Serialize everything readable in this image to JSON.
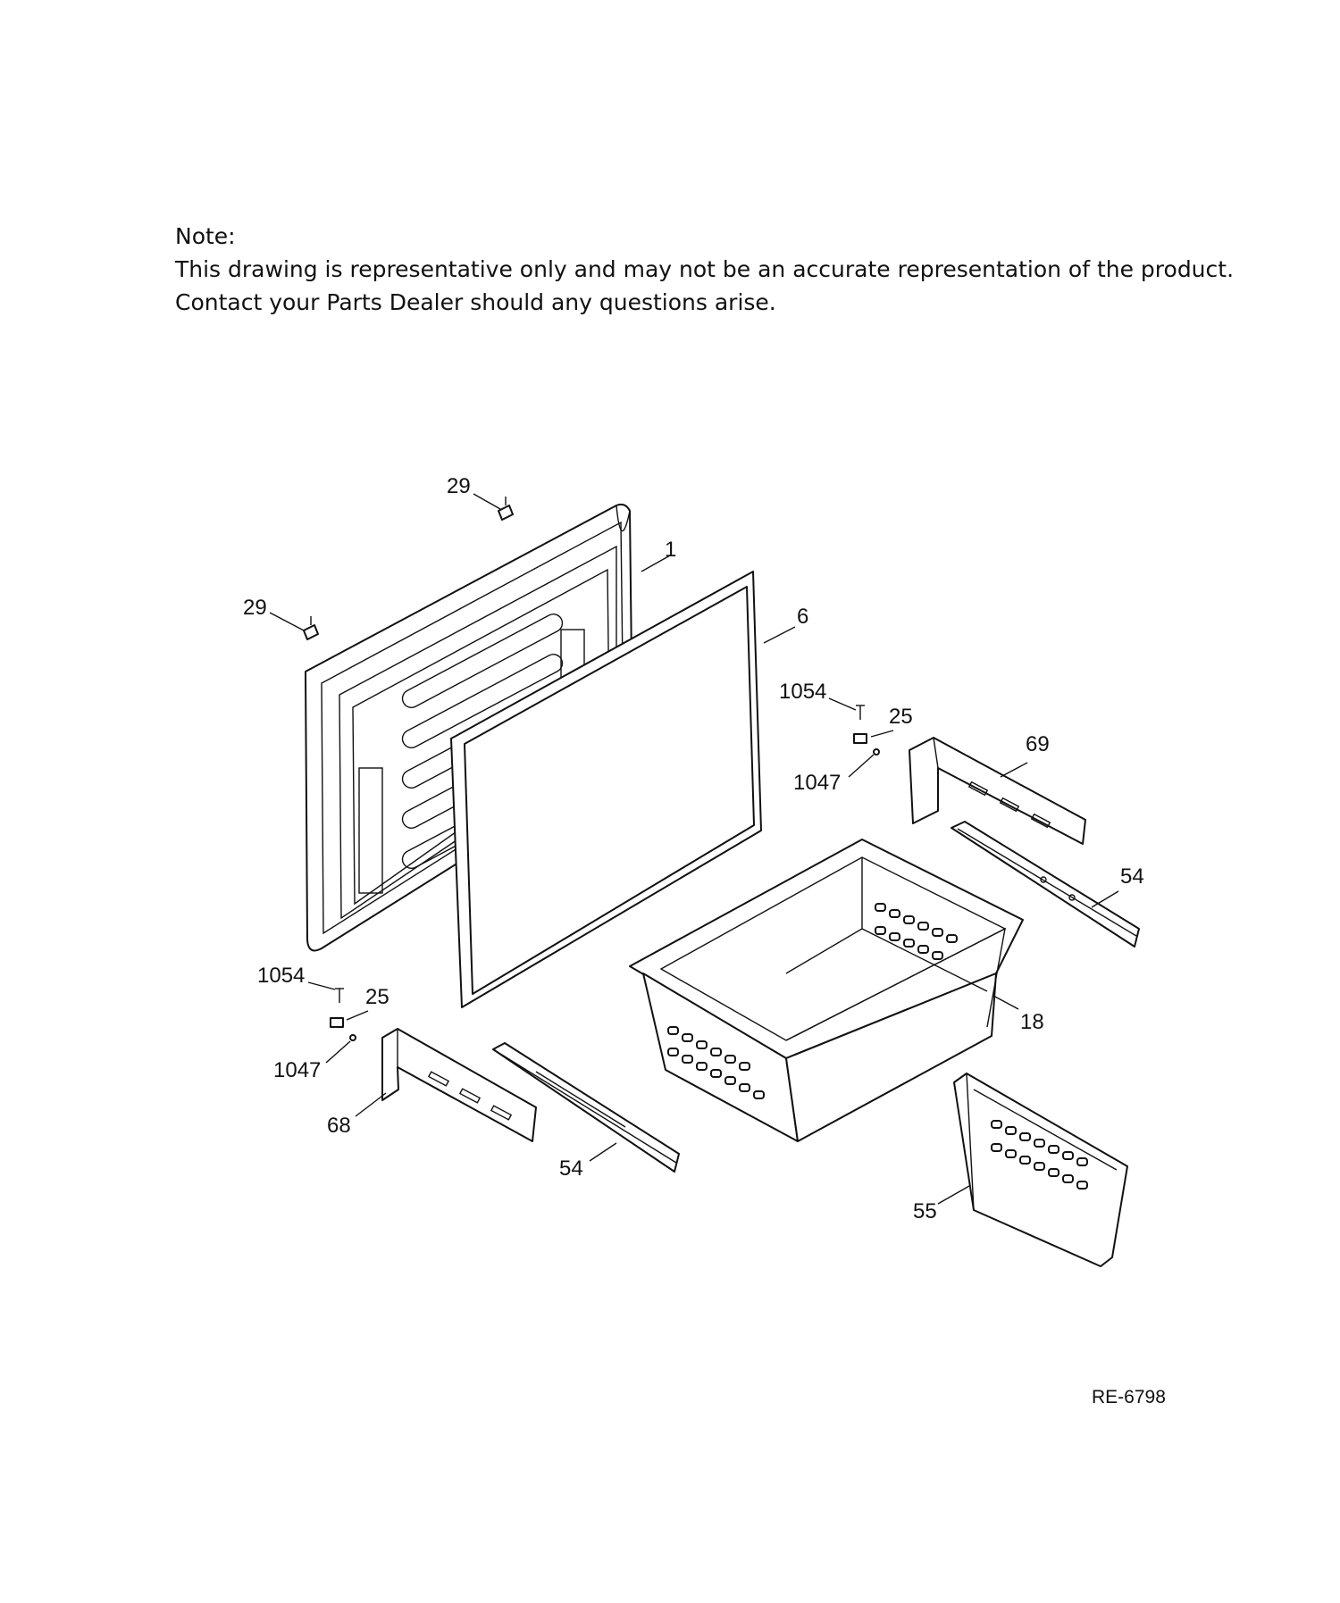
{
  "note": {
    "heading": "Note:",
    "line1": "This drawing is representative only and may not be an accurate representation of the product.",
    "line2": "Contact your Parts Dealer should any questions arise."
  },
  "callouts": {
    "c29a": "29",
    "c29b": "29",
    "c1": "1",
    "c6": "6",
    "c1054a": "1054",
    "c25a": "25",
    "c1047a": "1047",
    "c69": "69",
    "c54a": "54",
    "c18": "18",
    "c1054b": "1054",
    "c25b": "25",
    "c1047b": "1047",
    "c68": "68",
    "c54b": "54",
    "c55": "55"
  },
  "reference": "RE-6798"
}
